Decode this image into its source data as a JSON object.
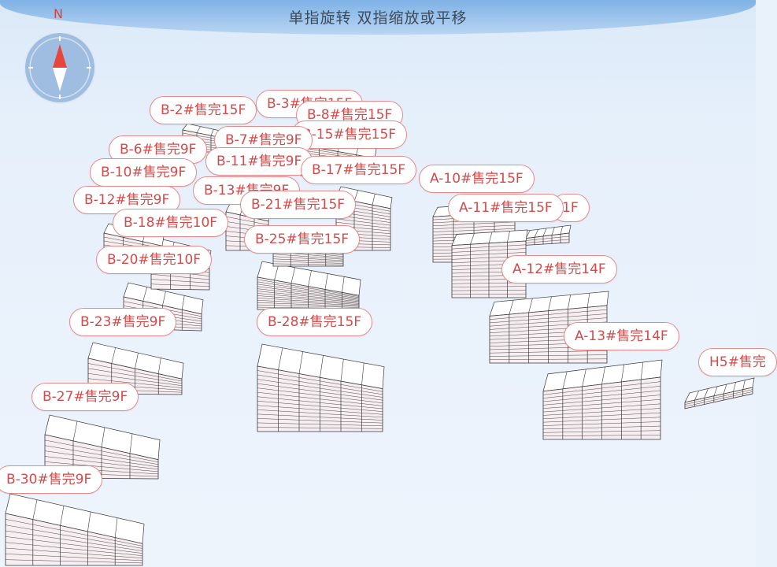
{
  "hint": "单指旋转 双指缩放或平移",
  "compass": {
    "north_label": "N",
    "icon": "compass-icon",
    "needle_color": "#e8463d",
    "base_color": "#9fbde0"
  },
  "colors": {
    "label_text": "#d24b4b",
    "label_border": "#e58b8b",
    "facade": "#f6eef0",
    "roof": "#ffffff",
    "grid": "#3a3a3a"
  },
  "labels": [
    {
      "id": "b2",
      "text": "B-2#售完15F"
    },
    {
      "id": "b3",
      "text": "B-3#售完15F"
    },
    {
      "id": "b8",
      "text": "B-8#售完15F"
    },
    {
      "id": "b15",
      "text": "B-15#售完15F"
    },
    {
      "id": "b7",
      "text": "B-7#售完9F"
    },
    {
      "id": "b6",
      "text": "B-6#售完9F"
    },
    {
      "id": "b11",
      "text": "B-11#售完9F"
    },
    {
      "id": "b17",
      "text": "B-17#售完15F"
    },
    {
      "id": "b10",
      "text": "B-10#售完9F"
    },
    {
      "id": "a10",
      "text": "A-10#售完15F"
    },
    {
      "id": "b13",
      "text": "B-13#售完9F"
    },
    {
      "id": "b12",
      "text": "B-12#售完9F"
    },
    {
      "id": "b21",
      "text": "B-21#售完15F"
    },
    {
      "id": "a11b",
      "text": "1F"
    },
    {
      "id": "a11",
      "text": "A-11#售完15F"
    },
    {
      "id": "b18",
      "text": "B-18#售完10F"
    },
    {
      "id": "b25",
      "text": "B-25#售完15F"
    },
    {
      "id": "b20",
      "text": "B-20#售完10F"
    },
    {
      "id": "a12",
      "text": "A-12#售完14F"
    },
    {
      "id": "b23",
      "text": "B-23#售完9F"
    },
    {
      "id": "b28",
      "text": "B-28#售完15F"
    },
    {
      "id": "a13",
      "text": "A-13#售完14F"
    },
    {
      "id": "h5",
      "text": "H5#售完"
    },
    {
      "id": "b27",
      "text": "B-27#售完9F"
    },
    {
      "id": "b30",
      "text": "B-30#售完9F"
    }
  ]
}
